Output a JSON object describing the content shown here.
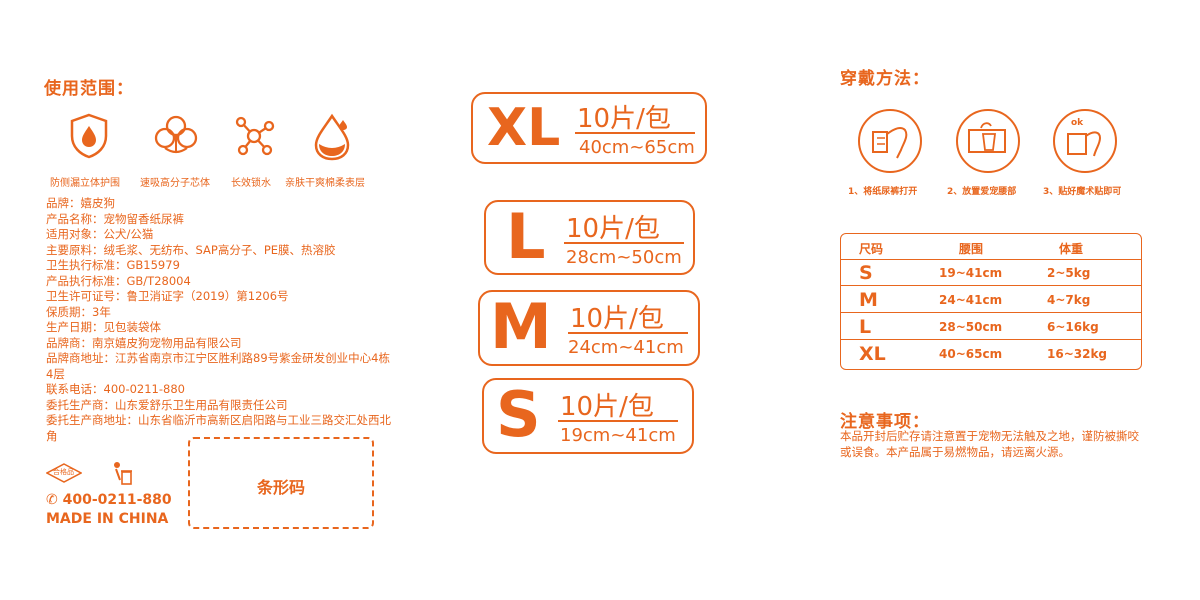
{
  "colors": {
    "accent": "#e8661e",
    "background": "#ffffff"
  },
  "usage": {
    "title": "使用范围：",
    "features": [
      {
        "icon": "shield-drop-icon",
        "label": "防侧漏立体护围"
      },
      {
        "icon": "cotton-icon",
        "label": "速吸高分子芯体"
      },
      {
        "icon": "molecule-icon",
        "label": "长效锁水"
      },
      {
        "icon": "drop-icon",
        "label": "亲肤干爽棉柔表层"
      }
    ]
  },
  "info": {
    "lines": [
      "品牌：嬉皮狗",
      "产品名称：宠物留香纸尿裤",
      "适用对象：公犬/公猫",
      "主要原料：绒毛浆、无纺布、SAP高分子、PE膜、热溶胶",
      "卫生执行标准：GB15979",
      "产品执行标准：GB/T28004",
      "卫生许可证号：鲁卫消证字（2019）第1206号",
      "保质期：3年",
      "生产日期：见包装袋体",
      "品牌商：南京嬉皮狗宠物用品有限公司",
      "品牌商地址：江苏省南京市江宁区胜利路89号紫金研发创业中心4栋4层",
      "联系电话：400-0211-880",
      "委托生产商：山东爱舒乐卫生用品有限责任公司",
      "委托生产商地址：山东省临沂市高新区启阳路与工业三路交汇处西北角"
    ]
  },
  "footer": {
    "qualified_badge": "合格品",
    "phone": "400-0211-880",
    "made_in": "MADE IN CHINA",
    "barcode_label": "条形码"
  },
  "sizes": [
    {
      "letter": "XL",
      "pack": "10片/包",
      "range": "40cm~65cm"
    },
    {
      "letter": "L",
      "pack": "10片/包",
      "range": "28cm~50cm"
    },
    {
      "letter": "M",
      "pack": "10片/包",
      "range": "24cm~41cm"
    },
    {
      "letter": "S",
      "pack": "10片/包",
      "range": "19cm~41cm"
    }
  ],
  "wearing": {
    "title": "穿戴方法：",
    "steps": [
      {
        "icon": "open-diaper-icon",
        "label": "1、将纸尿裤打开"
      },
      {
        "icon": "place-waist-icon",
        "label": "2、放置爱宠腰部"
      },
      {
        "icon": "fasten-ok-icon",
        "label": "3、贴好魔术贴即可",
        "badge": "ok"
      }
    ]
  },
  "size_table": {
    "headers": [
      "尺码",
      "腰围",
      "体重"
    ],
    "rows": [
      [
        "S",
        "19~41cm",
        "2~5kg"
      ],
      [
        "M",
        "24~41cm",
        "4~7kg"
      ],
      [
        "L",
        "28~50cm",
        "6~16kg"
      ],
      [
        "XL",
        "40~65cm",
        "16~32kg"
      ]
    ]
  },
  "notice": {
    "title": "注意事项：",
    "text": "本品开封后贮存请注意置于宠物无法触及之地，谨防被撕咬或误食。本产品属于易燃物品，请远离火源。"
  }
}
